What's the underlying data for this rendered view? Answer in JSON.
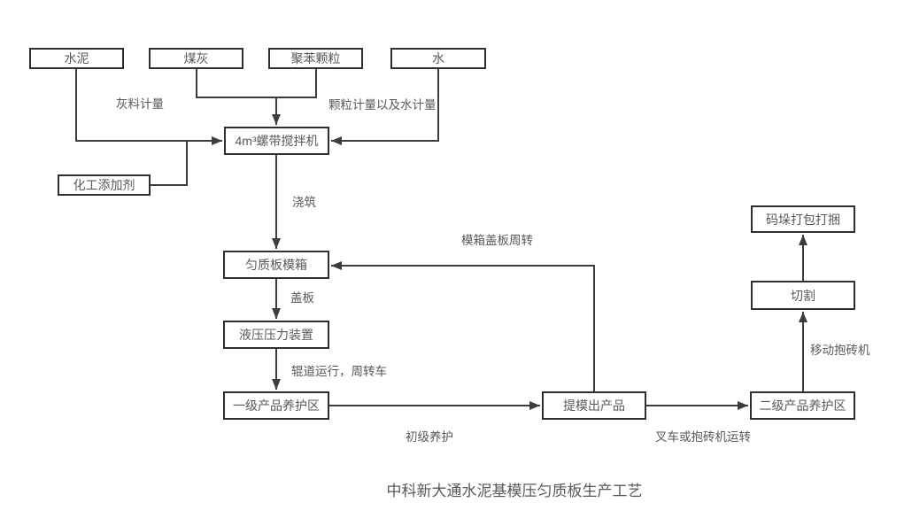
{
  "diagram": {
    "title": "中科新大通水泥基模压匀质板生产工艺",
    "nodes": {
      "cement": "水泥",
      "coal_ash": "煤灰",
      "polystyrene_granules": "聚苯颗粒",
      "water": "水",
      "mixer": "4m³螺带搅拌机",
      "chemical_additive": "化工添加剂",
      "homogeneous_board_mold": "匀质板模箱",
      "hydraulic_pressure_device": "液压压力装置",
      "primary_curing_area": "一级产品养护区",
      "demolded_product": "提模出产品",
      "secondary_curing_area": "二级产品养护区",
      "cutting": "切割",
      "stacking_packing": "码垛打包打捆"
    },
    "edge_labels": {
      "ash_metering": "灰料计量",
      "granule_and_water_metering": "颗粒计量以及水计量",
      "pouring": "浇筑",
      "cover_plate": "盖板",
      "roller_transfer": "辊道运行，周转车",
      "primary_curing": "初级养护",
      "forklift_transfer": "叉车或抱砖机运转",
      "mold_cover_rotation": "模箱盖板周转",
      "mobile_brick_machine": "移动抱砖机"
    },
    "colors": {
      "line": "#3d3d3d",
      "border": "#2f2f2f",
      "text": "#595959",
      "background": "#ffffff"
    }
  }
}
